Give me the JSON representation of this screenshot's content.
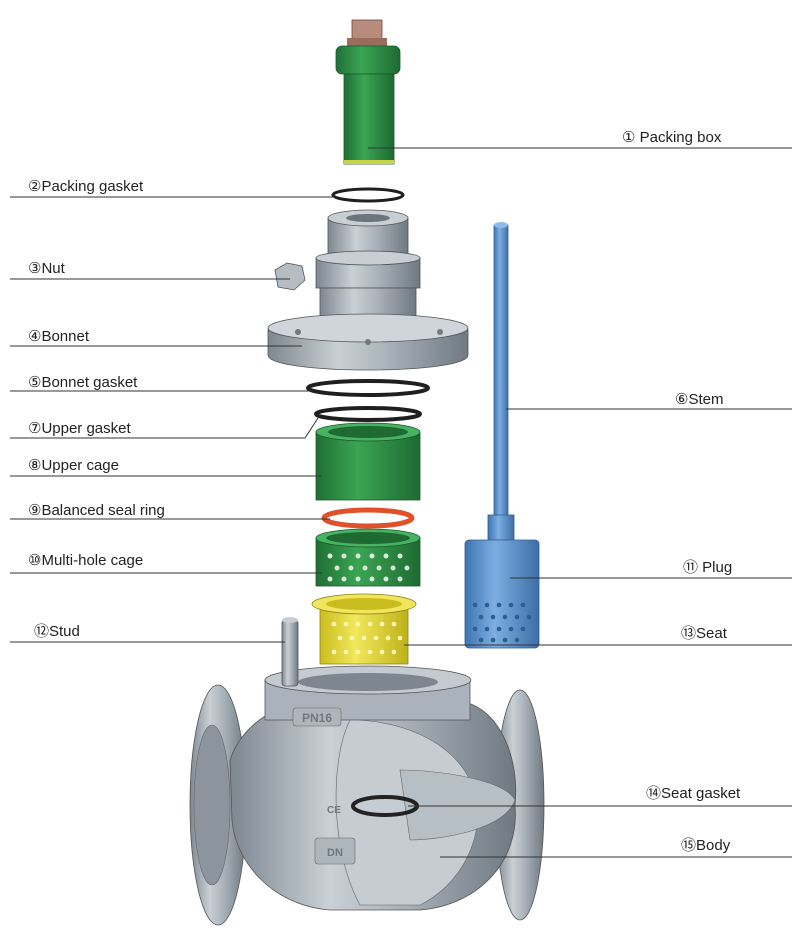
{
  "diagram": {
    "parts": [
      {
        "id": "packing-box",
        "label": "① Packing box"
      },
      {
        "id": "packing-gasket",
        "label": "②Packing gasket"
      },
      {
        "id": "nut",
        "label": "③Nut"
      },
      {
        "id": "bonnet",
        "label": "④Bonnet"
      },
      {
        "id": "bonnet-gasket",
        "label": "⑤Bonnet gasket"
      },
      {
        "id": "stem",
        "label": "⑥Stem"
      },
      {
        "id": "upper-gasket",
        "label": "⑦Upper gasket"
      },
      {
        "id": "upper-cage",
        "label": "⑧Upper cage"
      },
      {
        "id": "balanced-seal-ring",
        "label": "⑨Balanced seal ring"
      },
      {
        "id": "multi-hole-cage",
        "label": "⑩Multi-hole cage"
      },
      {
        "id": "plug",
        "label": "⑪ Plug"
      },
      {
        "id": "stud",
        "label": "⑫Stud"
      },
      {
        "id": "seat",
        "label": "⑬Seat"
      },
      {
        "id": "seat-gasket",
        "label": "⑭Seat gasket"
      },
      {
        "id": "body",
        "label": "⑮Body"
      }
    ],
    "body_markings": {
      "pressure": "PN16",
      "ce": "CE",
      "dn": "DN"
    },
    "colors": {
      "green": "#2f8f45",
      "steel": "#9aa4ad",
      "blue": "#5b8fc9",
      "orange": "#e0502a",
      "yellow": "#e6d93a",
      "gasket": "#222222",
      "nut": "#b98b7c"
    }
  }
}
